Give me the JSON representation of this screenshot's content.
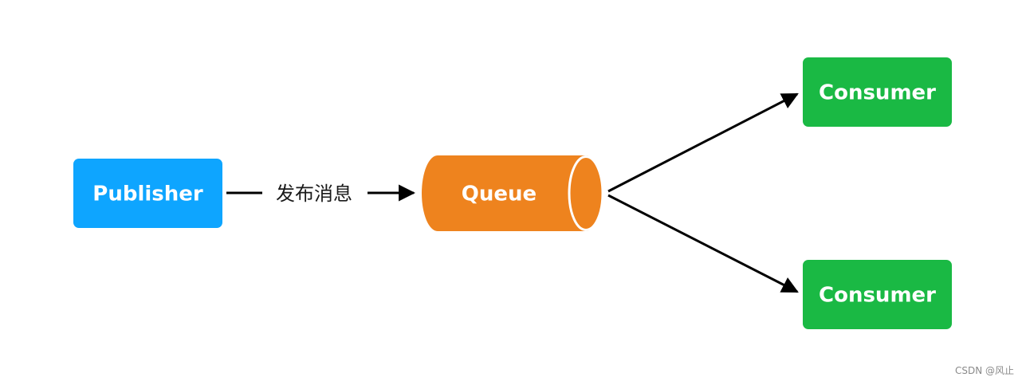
{
  "nodes": {
    "publisher": {
      "label": "Publisher",
      "color": "#0EA5FF"
    },
    "queue": {
      "label": "Queue",
      "color": "#EE831E"
    },
    "consumer_top": {
      "label": "Consumer",
      "color": "#1AB944"
    },
    "consumer_bottom": {
      "label": "Consumer",
      "color": "#1AB944"
    }
  },
  "edges": {
    "publish_label": "发布消息"
  },
  "watermark": "CSDN @风止"
}
